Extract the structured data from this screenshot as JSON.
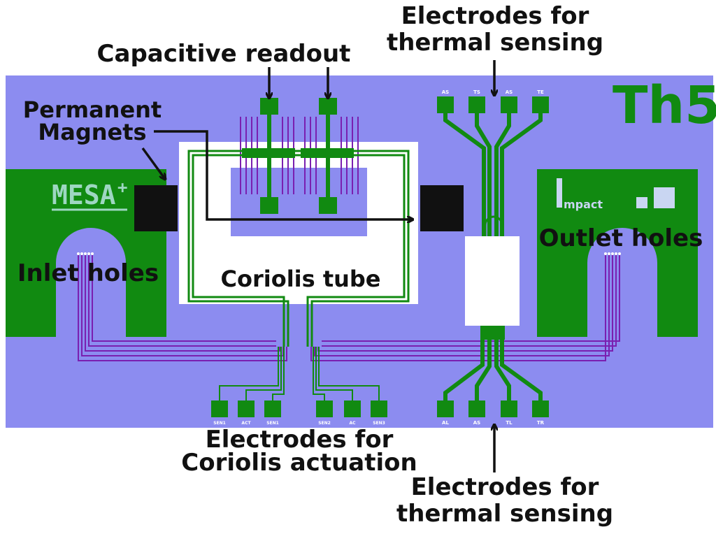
{
  "labels": {
    "capacitive_readout": "Capacitive readout",
    "permanent_magnets_line1": "Permanent",
    "permanent_magnets_line2": "Magnets",
    "thermal_top_line1": "Electrodes for",
    "thermal_top_line2": "thermal sensing",
    "th5": "Th5",
    "inlet_holes": "Inlet holes",
    "outlet_holes": "Outlet holes",
    "coriolis_tube": "Coriolis tube",
    "actuation_line1": "Electrodes for",
    "actuation_line2": "Coriolis actuation",
    "thermal_bottom_line1": "Electrodes for",
    "thermal_bottom_line2": "thermal sensing"
  },
  "logos": {
    "mesa": "MESA",
    "mesa_plus": "+",
    "impact": "mpact"
  },
  "pad_labels": {
    "top_thermal": [
      "AS",
      "TS",
      "AS",
      "TE"
    ],
    "bottom_thermal": [
      "AL",
      "AS",
      "TL",
      "TR"
    ],
    "actuation": [
      "SEN1",
      "ACT",
      "SEN1",
      "SEN2",
      "AC",
      "SEN3"
    ]
  },
  "colors": {
    "substrate": "#8c8cf0",
    "metal": "#118a11",
    "trace_purple": "#7a1fb0",
    "white_region": "#ffffff",
    "magnet": "#111111",
    "arrow": "#111111"
  }
}
